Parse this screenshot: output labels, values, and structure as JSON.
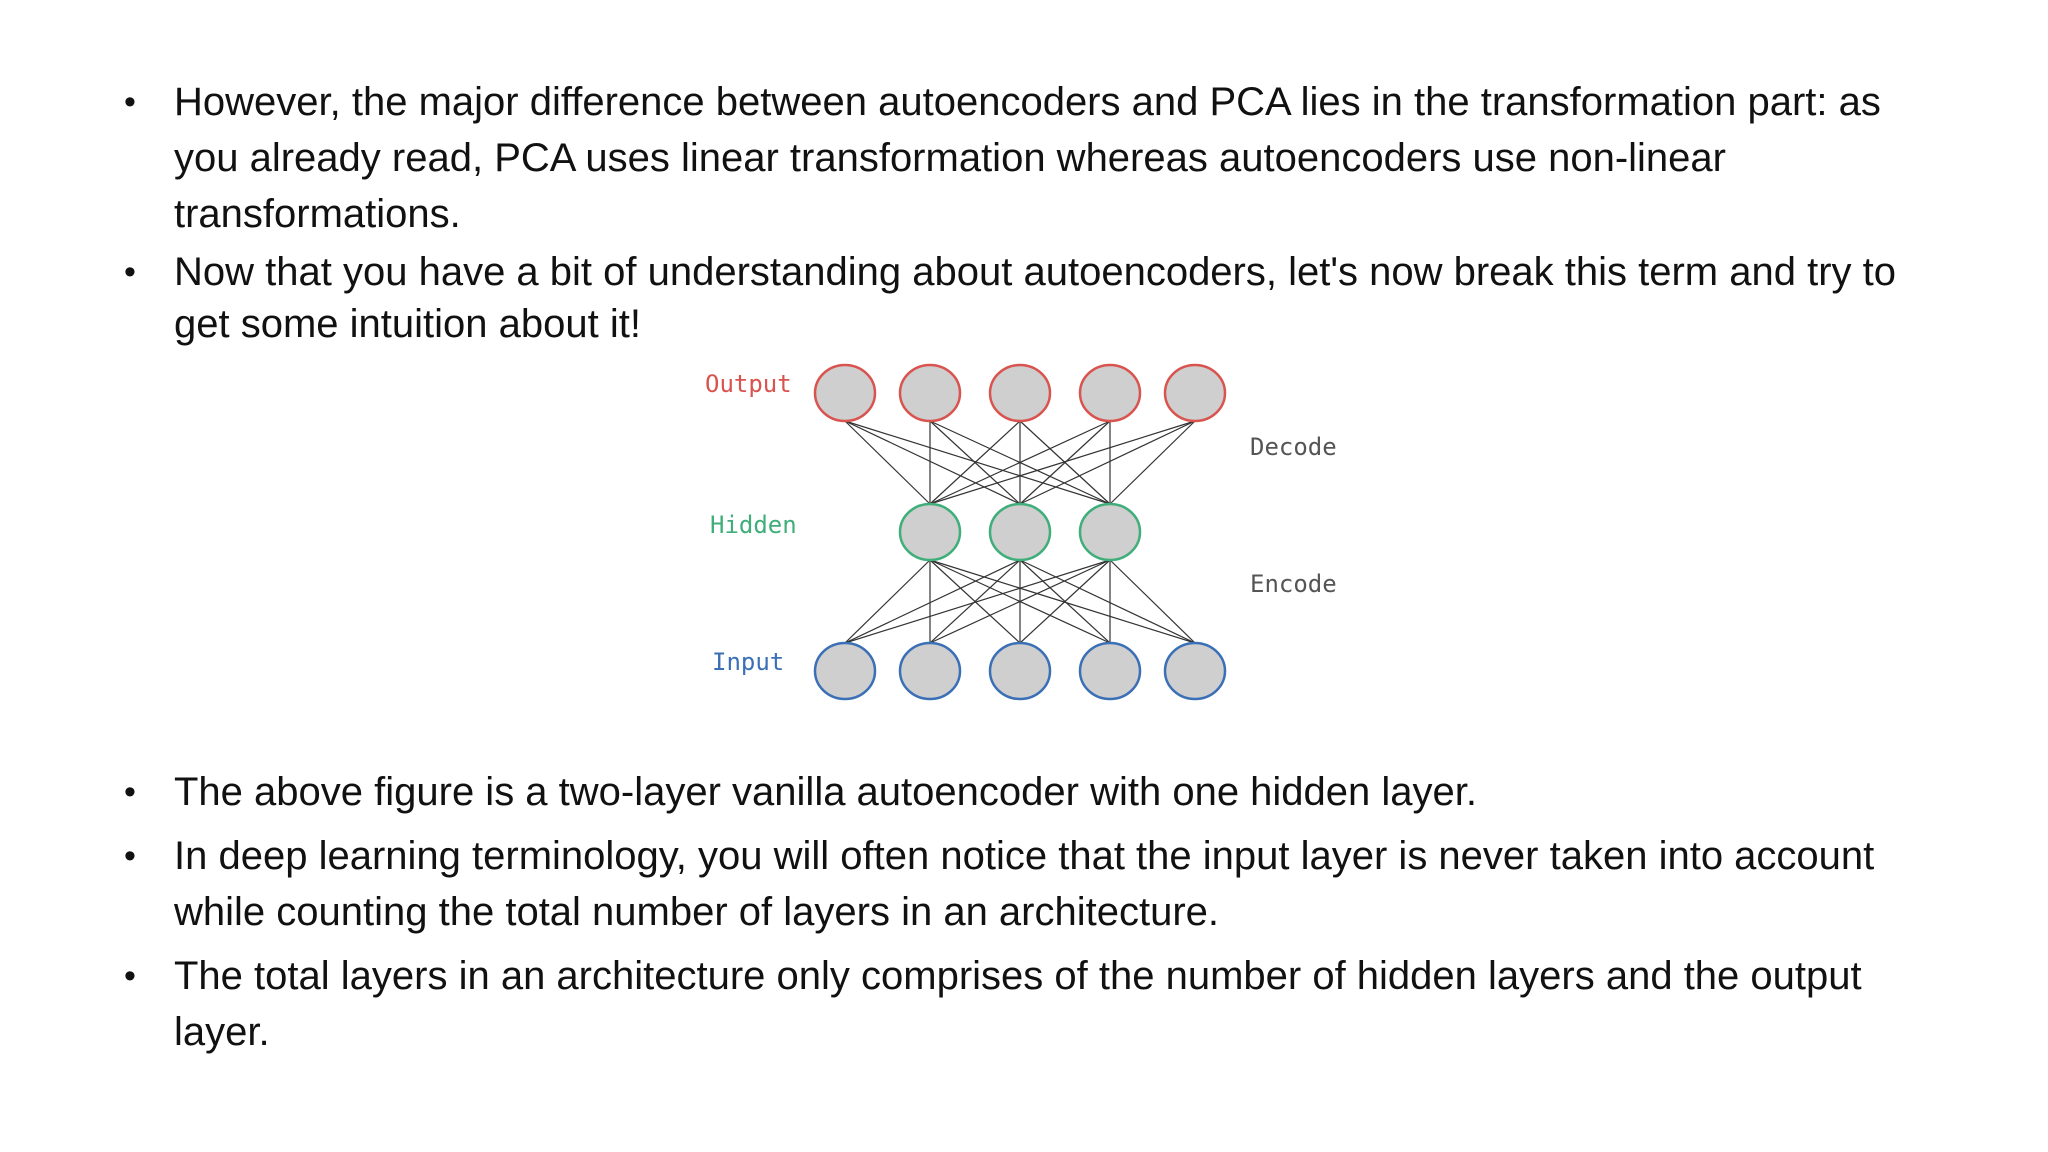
{
  "slide": {
    "top_bullets": [
      "However, the major difference between autoencoders and PCA lies in the  transformation part: as you already read, PCA uses linear transformation  whereas autoencoders use non-linear transformations.",
      "Now that you have a bit of understanding about autoencoders, let's now  break this term and try to get some intuition about it!"
    ],
    "bottom_bullets": [
      "The above figure is a two-layer vanilla autoencoder with one hidden layer.",
      "In deep learning terminology, you will often notice that the input layer is  never taken into account while counting the total number of layers in an architecture.",
      "The total layers in an architecture only comprises of the number of hidden  layers and the output layer."
    ],
    "bullet_glyph": "•"
  },
  "diagram": {
    "labels": {
      "output": "Output",
      "hidden": "Hidden",
      "input": "Input",
      "decode": "Decode",
      "encode": "Encode"
    },
    "layers": {
      "output_nodes": 5,
      "hidden_nodes": 3,
      "input_nodes": 5
    },
    "colors": {
      "output": "#d9534f",
      "hidden": "#3fae7a",
      "input": "#3b6fb6",
      "node_fill": "#cfcfcf",
      "edge": "#333333",
      "side_label": "#555555"
    }
  }
}
